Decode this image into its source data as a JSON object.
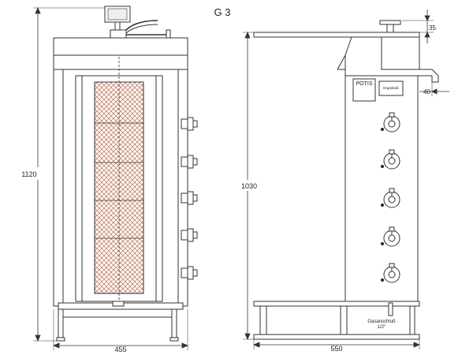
{
  "title": "G 3",
  "front_view": {
    "height_label": "1120",
    "width_label": "455"
  },
  "side_view": {
    "height_label": "1030",
    "width_label": "550",
    "top_offset_label": "35",
    "side_offset_label": "40",
    "brand_plate": "POTIS",
    "gas_plate": "Ergasbaß",
    "gas_connection_label": "Gasanschluß",
    "gas_connection_size": "1/2\""
  },
  "colors": {
    "line": "#333333",
    "burner_mesh": "#c8876a",
    "background": "#ffffff"
  }
}
